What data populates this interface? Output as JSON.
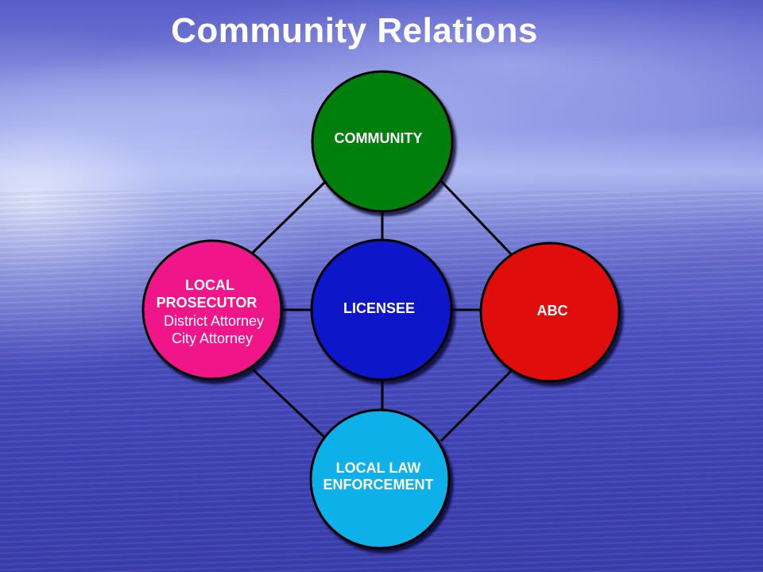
{
  "slide": {
    "title": "Community Relations"
  },
  "colors": {
    "community": "#007f0e",
    "licensee": "#0a13c8",
    "prosecutor": "#f0148a",
    "abc": "#e00707",
    "law_enforcement": "#0fb0e8",
    "connector": "#000000"
  },
  "nodes": {
    "community": {
      "lines": [
        "COMMUNITY"
      ]
    },
    "licensee": {
      "lines": [
        "LICENSEE"
      ]
    },
    "prosecutor": {
      "lines": [
        "LOCAL",
        "PROSECUTOR"
      ],
      "sublines": [
        "District Attorney",
        "City Attorney"
      ]
    },
    "abc": {
      "lines": [
        "ABC"
      ]
    },
    "law_enforcement": {
      "lines": [
        "LOCAL LAW",
        "ENFORCEMENT"
      ]
    }
  }
}
